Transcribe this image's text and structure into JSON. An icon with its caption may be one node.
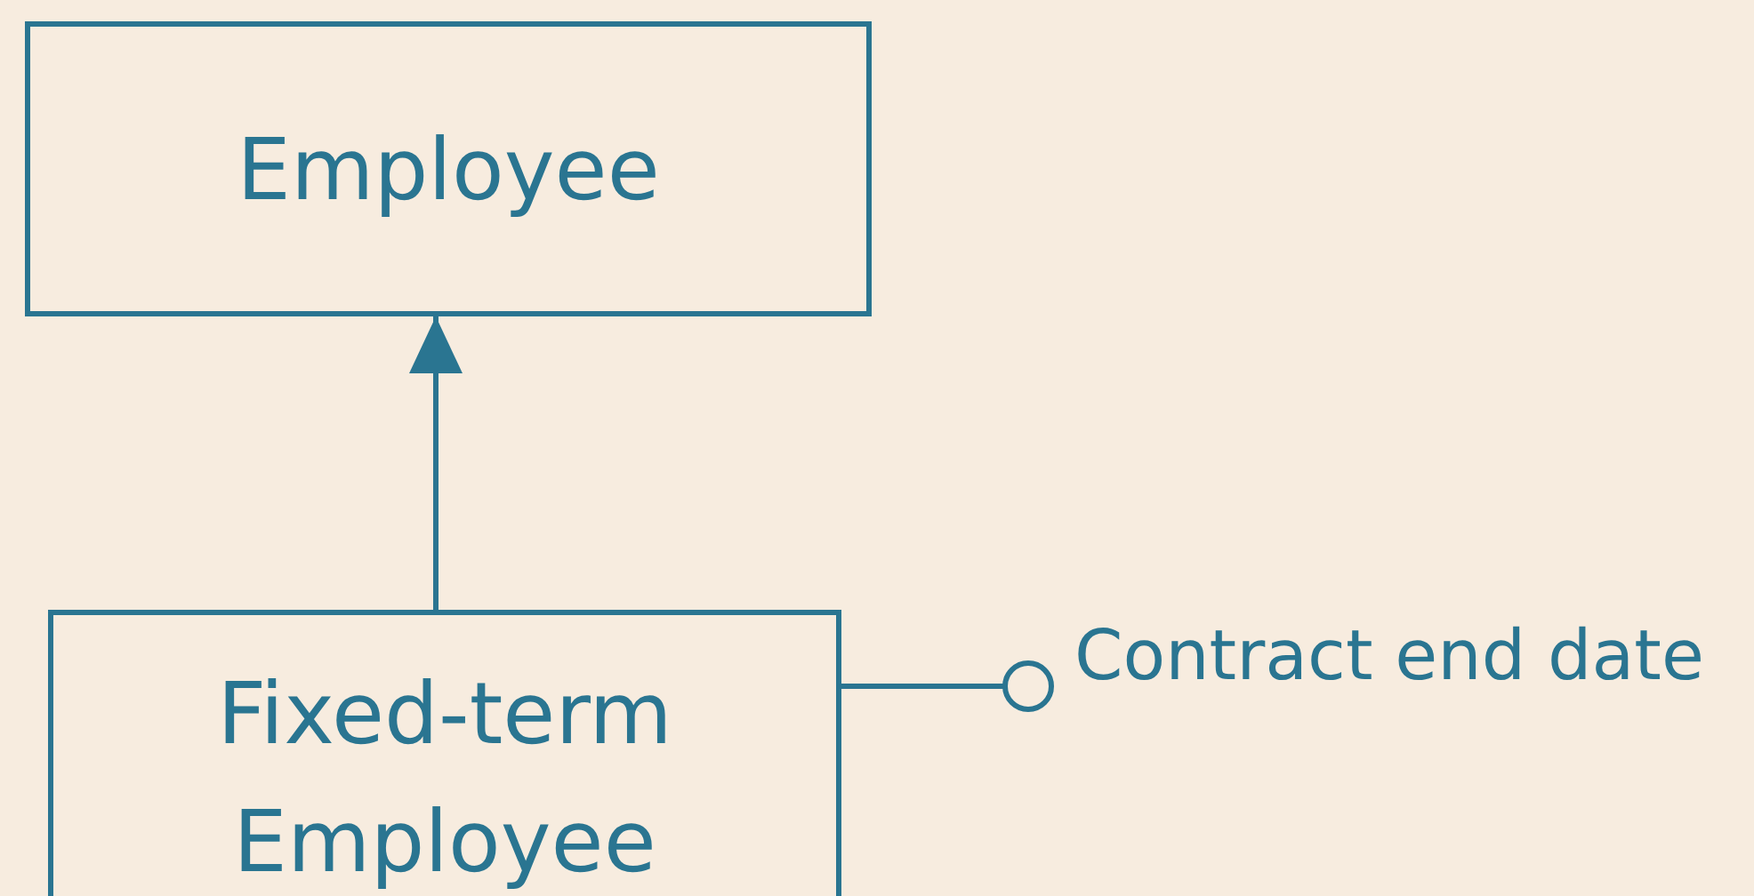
{
  "diagram": {
    "nodes": [
      {
        "text": [
          "Employee"
        ]
      },
      {
        "text": [
          "Fixed-term Employee"
        ]
      },
      {
        "text": [
          "Contract end date"
        ]
      }
    ],
    "edges": [
      {
        "from": 1,
        "to": 0,
        "arrow": "to"
      },
      {
        "from": 1,
        "to": 2,
        "arrow": "other"
      }
    ]
  }
}
